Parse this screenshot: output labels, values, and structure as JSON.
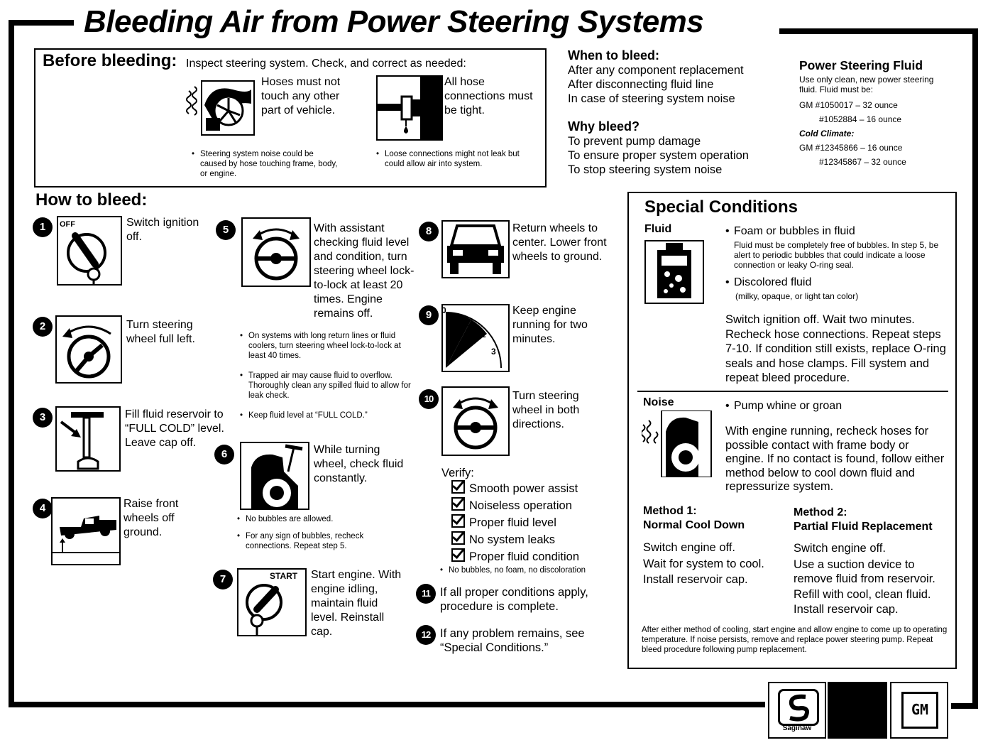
{
  "title": "Bleeding Air from Power Steering Systems",
  "before": {
    "heading": "Before bleeding:",
    "intro": "Inspect steering system.  Check, and correct as needed:",
    "hoses_text": "Hoses must not touch any other part of vehicle.",
    "hoses_note": "Steering system noise could be caused by hose touching frame, body, or engine.",
    "connections_text": "All hose connections must be tight.",
    "connections_note": "Loose connections might not leak but could allow air into system."
  },
  "when": {
    "heading": "When to bleed:",
    "lines": [
      "After any component replacement",
      "After disconnecting fluid line",
      "In case of steering system noise"
    ]
  },
  "why": {
    "heading": "Why bleed?",
    "lines": [
      "To prevent pump damage",
      "To ensure proper system operation",
      "To stop steering system noise"
    ]
  },
  "fluid": {
    "heading": "Power Steering Fluid",
    "intro": "Use only clean, new power steering fluid.  Fluid must be:",
    "gm1": "GM #1050017 – 32 ounce",
    "gm2": "#1052884 – 16 ounce",
    "cold": "Cold Climate:",
    "gm3": "GM #12345866 – 16 ounce",
    "gm4": "#12345867 – 32 ounce"
  },
  "how": {
    "heading": "How to bleed:",
    "steps": [
      {
        "num": "1",
        "text": "Switch ignition off.",
        "icon_label": "OFF"
      },
      {
        "num": "2",
        "text": "Turn steering wheel full left."
      },
      {
        "num": "3",
        "text": "Fill fluid reservoir to “FULL COLD” level. Leave cap off."
      },
      {
        "num": "4",
        "text": "Raise front wheels off ground."
      },
      {
        "num": "5",
        "text": "With assistant checking fluid level and condition, turn steering wheel lock-to-lock at least 20 times. Engine remains off."
      },
      {
        "num": "6",
        "text": "While turning wheel, check fluid constantly."
      },
      {
        "num": "7",
        "text": "Start engine. With engine idling, maintain fluid level. Reinstall cap.",
        "icon_label": "START"
      },
      {
        "num": "8",
        "text": "Return wheels to center.  Lower front wheels to ground."
      },
      {
        "num": "9",
        "text": "Keep engine running for two minutes."
      },
      {
        "num": "10",
        "text": "Turn steering wheel in both directions."
      },
      {
        "num": "11",
        "text": "If all proper conditions apply, procedure is complete."
      },
      {
        "num": "12",
        "text": "If any problem remains, see “Special Conditions.”"
      }
    ],
    "step5_notes": [
      "On systems with long return lines or fluid coolers, turn steering wheel lock-to-lock at least 40 times.",
      "Trapped air may cause fluid to overflow. Thoroughly clean any spilled fluid to allow for leak check.",
      "Keep fluid level at “FULL COLD.”"
    ],
    "step6_notes": [
      "No bubbles are allowed.",
      "For any sign of bubbles, recheck connections.  Repeat step 5."
    ],
    "gauge_ticks": [
      "0",
      "1",
      "2",
      "3"
    ]
  },
  "verify": {
    "heading": "Verify:",
    "items": [
      "Smooth power assist",
      "Noiseless operation",
      "Proper fluid level",
      "No system leaks",
      "Proper fluid condition"
    ],
    "note": "No bubbles, no foam, no  discoloration"
  },
  "special": {
    "heading": "Special Conditions",
    "fluid_label": "Fluid",
    "foam": "Foam or bubbles in fluid",
    "foam_note": "Fluid must be completely free of bubbles.  In step 5, be alert to periodic bubbles that could indicate a loose connection or leaky O-ring seal.",
    "discolored": "Discolored fluid",
    "discolored_note": "(milky, opaque, or light tan color)",
    "fluid_action": "Switch ignition off. Wait two minutes. Recheck hose connections. Repeat steps 7-10.  If condition still exists, replace O-ring seals and hose clamps. Fill system and repeat bleed procedure.",
    "noise_label": "Noise",
    "whine": "Pump whine or groan",
    "noise_action": "With engine running, recheck hoses for possible contact with frame body or engine. If no contact is found, follow either method below to cool down fluid and repressurize system.",
    "m1_title": "Method 1:",
    "m1_sub": "Normal Cool Down",
    "m1_lines": [
      "Switch engine off.",
      "Wait for system to cool.",
      "Install reservoir cap."
    ],
    "m2_title": "Method 2:",
    "m2_sub": "Partial Fluid Replacement",
    "m2_lines": [
      "Switch engine off.",
      "Use a suction device to remove fluid from reservoir.",
      "Refill with cool, clean fluid.",
      "Install reservoir cap."
    ],
    "footer": "After either method of cooling, start engine and allow engine to come up to operating temperature. If noise persists, remove and replace power steering pump. Repeat bleed procedure following pump replacement."
  },
  "logos": {
    "saginaw": "Saginaw",
    "gm": "GM"
  }
}
